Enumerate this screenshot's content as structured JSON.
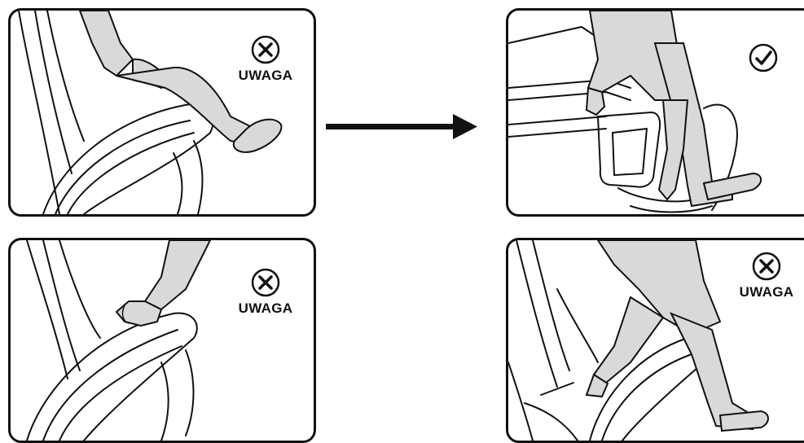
{
  "panels": [
    {
      "id": "top-left",
      "status": "incorrect",
      "icon": "x-circle-icon",
      "label": "UWAGA"
    },
    {
      "id": "top-right",
      "status": "correct",
      "icon": "check-circle-icon"
    },
    {
      "id": "bottom-left",
      "status": "incorrect",
      "icon": "x-circle-icon",
      "label": "UWAGA"
    },
    {
      "id": "bottom-right",
      "status": "incorrect",
      "icon": "x-circle-icon",
      "label": "UWAGA"
    }
  ],
  "arrow": {
    "icon": "right-arrow-icon",
    "direction": "right"
  },
  "colors": {
    "line": "#111111",
    "fill": "#d9d9d9",
    "background": "#ffffff"
  }
}
